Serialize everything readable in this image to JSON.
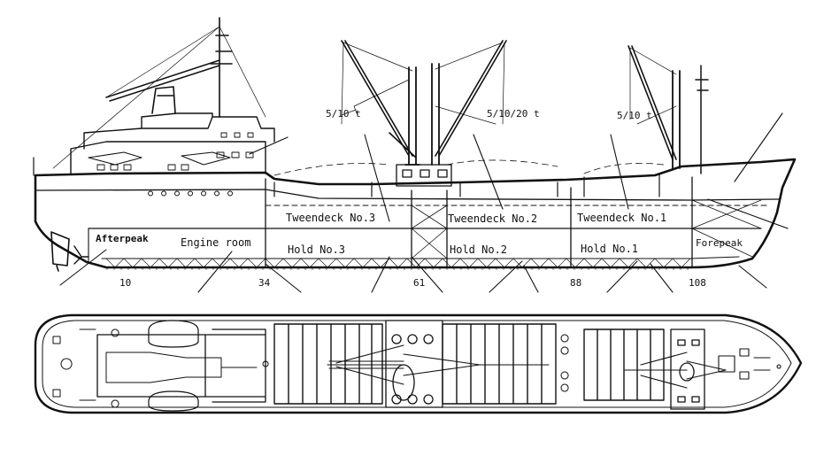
{
  "profile": {
    "compartments": {
      "afterpeak": "Afterpeak",
      "engine_room": "Engine room",
      "tweendeck_3": "Tweendeck No.3",
      "tweendeck_2": "Tweendeck No.2",
      "tweendeck_1": "Tweendeck No.1",
      "hold_3": "Hold No.3",
      "hold_2": "Hold No.2",
      "hold_1": "Hold No.1",
      "forepeak": "Forepeak"
    },
    "derricks": {
      "aft": "5/10 t",
      "mid": "5/10/20 t",
      "fore": "5/10 t"
    },
    "frames": [
      "10",
      "34",
      "61",
      "88",
      "108"
    ]
  }
}
